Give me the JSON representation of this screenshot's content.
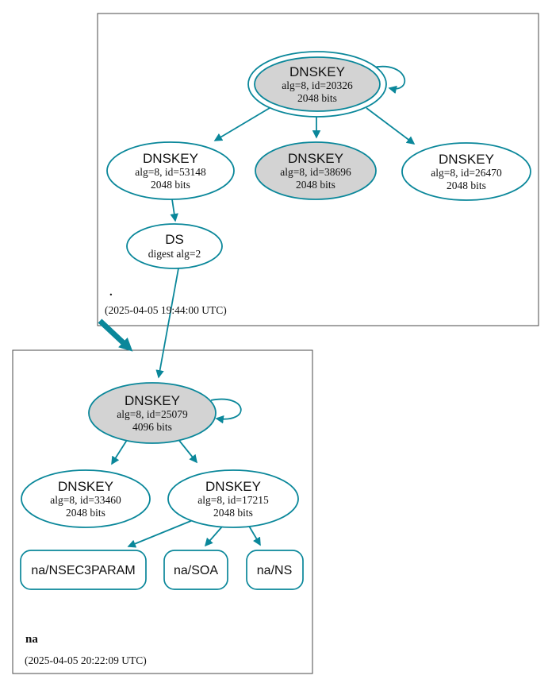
{
  "colors": {
    "secure_teal": "#0a879a",
    "node_gray_fill": "#d3d3d3",
    "zone_border_gray": "#4a4a4a",
    "background": "#ffffff"
  },
  "zones": {
    "root": {
      "label": ".",
      "timestamp": "(2025-04-05 19:44:00 UTC)"
    },
    "na": {
      "label": "na",
      "timestamp": "(2025-04-05 20:22:09 UTC)"
    }
  },
  "nodes": {
    "ksk_20326": {
      "title": "DNSKEY",
      "detail": "alg=8, id=20326",
      "bits": "2048 bits"
    },
    "zsk_53148": {
      "title": "DNSKEY",
      "detail": "alg=8, id=53148",
      "bits": "2048 bits"
    },
    "zsk_38696": {
      "title": "DNSKEY",
      "detail": "alg=8, id=38696",
      "bits": "2048 bits"
    },
    "zsk_26470": {
      "title": "DNSKEY",
      "detail": "alg=8, id=26470",
      "bits": "2048 bits"
    },
    "ds_root": {
      "title": "DS",
      "detail": "digest alg=2"
    },
    "ksk_25079": {
      "title": "DNSKEY",
      "detail": "alg=8, id=25079",
      "bits": "4096 bits"
    },
    "zsk_33460": {
      "title": "DNSKEY",
      "detail": "alg=8, id=33460",
      "bits": "2048 bits"
    },
    "zsk_17215": {
      "title": "DNSKEY",
      "detail": "alg=8, id=17215",
      "bits": "2048 bits"
    }
  },
  "rrsets": {
    "nsec3param": {
      "label": "na/NSEC3PARAM"
    },
    "soa": {
      "label": "na/SOA"
    },
    "ns": {
      "label": "na/NS"
    }
  }
}
